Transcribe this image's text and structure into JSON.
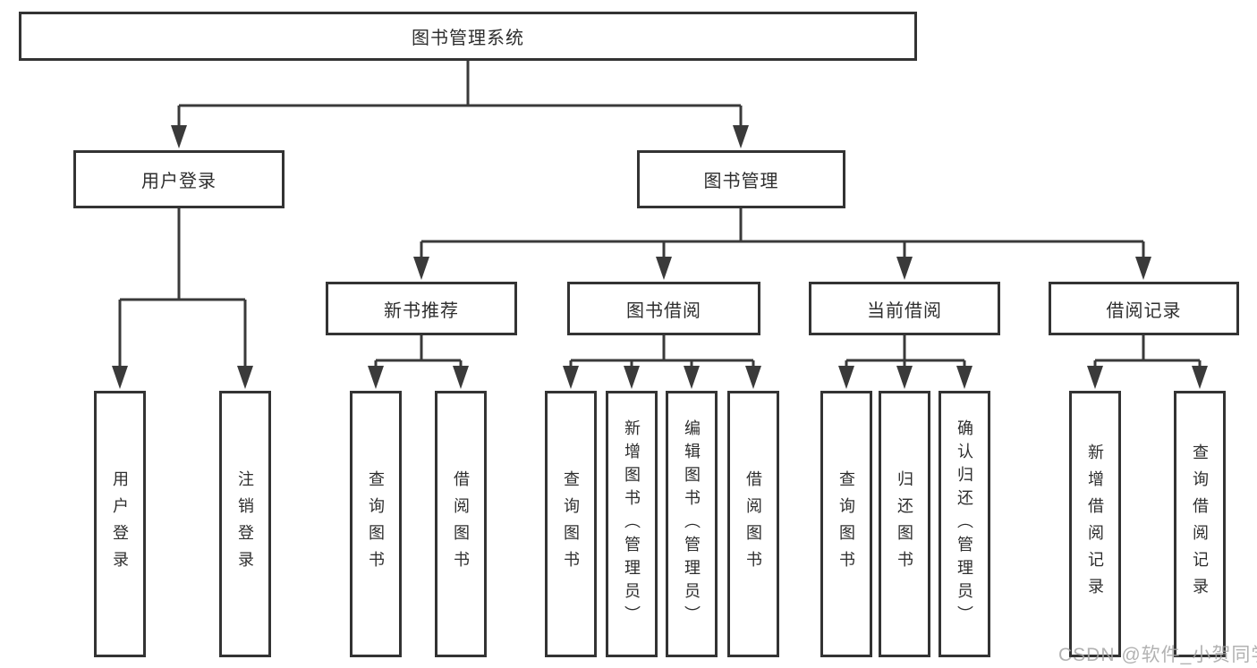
{
  "diagram_type": "hierarchy-tree",
  "colors": {
    "line": "#3a3a3a",
    "box_border": "#333333",
    "text": "#2e2e2e",
    "watermark": "#a4a4a4",
    "background": "#ffffff"
  },
  "tree": {
    "label": "图书管理系统",
    "children": [
      {
        "label": "用户登录",
        "children": [
          {
            "label": "用户登录"
          },
          {
            "label": "注销登录"
          }
        ]
      },
      {
        "label": "图书管理",
        "children": [
          {
            "label": "新书推荐",
            "children": [
              {
                "label": "查询图书"
              },
              {
                "label": "借阅图书"
              }
            ]
          },
          {
            "label": "图书借阅",
            "children": [
              {
                "label": "查询图书"
              },
              {
                "label": "新增图书（管理员）"
              },
              {
                "label": "编辑图书（管理员）"
              },
              {
                "label": "借阅图书"
              }
            ]
          },
          {
            "label": "当前借阅",
            "children": [
              {
                "label": "查询图书"
              },
              {
                "label": "归还图书"
              },
              {
                "label": "确认归还（管理员）"
              }
            ]
          },
          {
            "label": "借阅记录",
            "children": [
              {
                "label": "新增借阅记录"
              },
              {
                "label": "查询借阅记录"
              }
            ]
          }
        ]
      }
    ]
  },
  "watermark": "CSDN @软件_小贺同学"
}
